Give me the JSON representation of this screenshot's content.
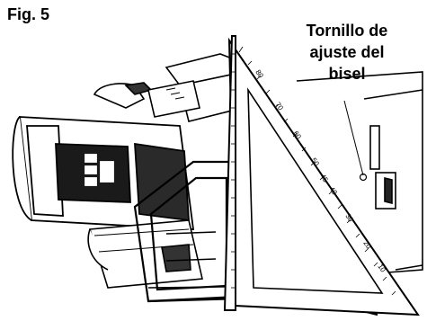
{
  "figure": {
    "label": "Fig. 5",
    "callout_lines": [
      "Tornillo de",
      "ajuste del",
      "bisel"
    ]
  },
  "scale_ticks": [
    "80",
    "70",
    "60",
    "50",
    "45",
    "40",
    "30",
    "20",
    "10"
  ]
}
